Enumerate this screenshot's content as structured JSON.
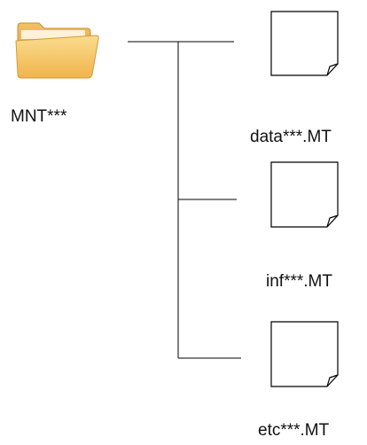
{
  "folder": {
    "icon": "folder-icon",
    "label": "MNT***"
  },
  "files": [
    {
      "icon": "file-icon",
      "label": "data***.MT"
    },
    {
      "icon": "file-icon",
      "label": "inf***.MT"
    },
    {
      "icon": "file-icon",
      "label": "etc***.MT"
    }
  ],
  "colors": {
    "folder_front": "#f6c766",
    "folder_back": "#e9a942",
    "line": "#000000"
  }
}
